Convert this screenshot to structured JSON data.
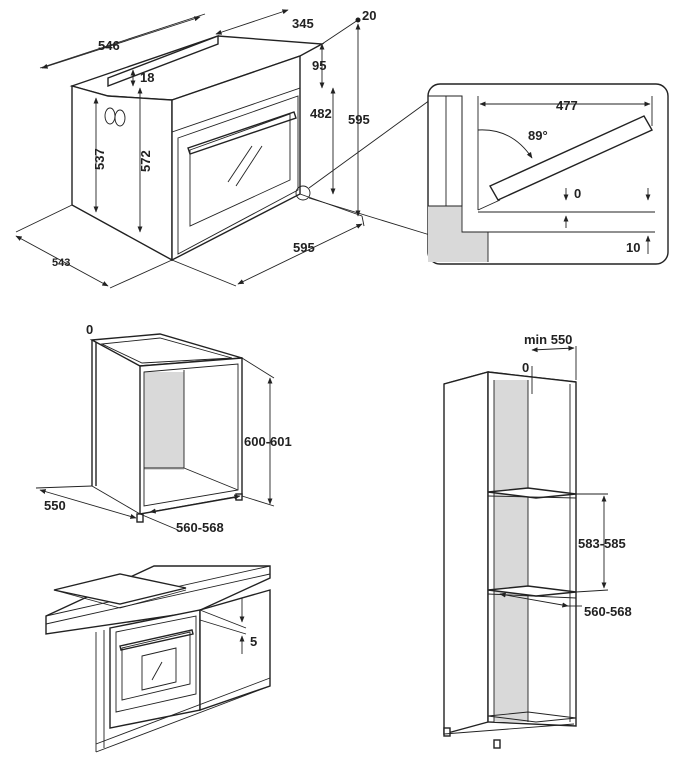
{
  "oven_dimensions": {
    "top_width": "546",
    "depth_top": "345",
    "overhang": "20",
    "panel_thickness": "18",
    "door_top": "95",
    "body_height": "537",
    "inner_height": "572",
    "door_height": "482",
    "total_height": "595",
    "depth_bottom": "543",
    "front_width": "595"
  },
  "door_detail": {
    "door_length": "477",
    "open_angle": "89°",
    "gap_zero": "0",
    "gap_ten": "10"
  },
  "under_counter": {
    "zero": "0",
    "height": "600-601",
    "depth": "550",
    "width": "560-568"
  },
  "hob_install": {
    "clearance": "5"
  },
  "column_cabinet": {
    "min_depth": "min 550",
    "zero": "0",
    "opening_height": "583-585",
    "opening_width": "560-568"
  }
}
